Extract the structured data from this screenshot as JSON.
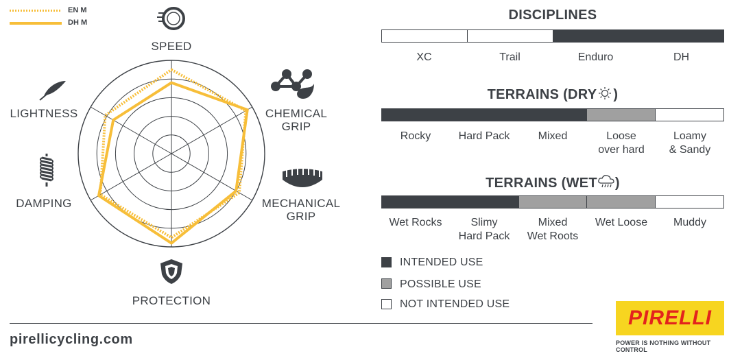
{
  "legend": {
    "en_label": "EN M",
    "dh_label": "DH M",
    "en_color": "#f7be39",
    "dh_color": "#f7be39"
  },
  "radar": {
    "axes": [
      {
        "key": "speed",
        "label": "SPEED",
        "icon": "speed-tire-icon"
      },
      {
        "key": "chemical_grip",
        "label": "CHEMICAL\nGRIP",
        "icon": "molecule-icon"
      },
      {
        "key": "mechanical_grip",
        "label": "MECHANICAL\nGRIP",
        "icon": "tread-icon"
      },
      {
        "key": "protection",
        "label": "PROTECTION",
        "icon": "shield-icon"
      },
      {
        "key": "damping",
        "label": "DAMPING",
        "icon": "spring-icon"
      },
      {
        "key": "lightness",
        "label": "LIGHTNESS",
        "icon": "feather-icon"
      }
    ],
    "scale_max": 5,
    "series": [
      {
        "name": "EN M",
        "style": "dotted",
        "values": [
          4.5,
          4.6,
          4.2,
          4.5,
          4.4,
          4.1
        ]
      },
      {
        "name": "DH M",
        "style": "solid",
        "values": [
          3.8,
          4.7,
          4.0,
          4.8,
          4.5,
          3.6
        ]
      }
    ]
  },
  "disciplines": {
    "title": "DISCIPLINES",
    "items": [
      {
        "label": "XC",
        "use": "not"
      },
      {
        "label": "Trail",
        "use": "not"
      },
      {
        "label": "Enduro",
        "use": "intended"
      },
      {
        "label": "DH",
        "use": "intended"
      }
    ]
  },
  "terrains_dry": {
    "title": "TERRAINS (DRY",
    "title_end": ")",
    "icon": "sun-icon",
    "items": [
      {
        "label": "Rocky",
        "use": "intended"
      },
      {
        "label": "Hard Pack",
        "use": "intended"
      },
      {
        "label": "Mixed",
        "use": "intended"
      },
      {
        "label": "Loose\nover hard",
        "use": "possible"
      },
      {
        "label": "Loamy\n& Sandy",
        "use": "not"
      }
    ]
  },
  "terrains_wet": {
    "title": "TERRAINS (WET",
    "title_end": ")",
    "icon": "rain-cloud-icon",
    "items": [
      {
        "label": "Wet Rocks",
        "use": "intended"
      },
      {
        "label": "Slimy\nHard Pack",
        "use": "intended"
      },
      {
        "label": "Mixed\nWet Roots",
        "use": "possible"
      },
      {
        "label": "Wet Loose",
        "use": "possible"
      },
      {
        "label": "Muddy",
        "use": "not"
      }
    ]
  },
  "key": {
    "intended": "INTENDED USE",
    "possible": "POSSIBLE USE",
    "not": "NOT INTENDED USE"
  },
  "footer": {
    "site": "pirellicycling.com",
    "brand": "PIRELLI",
    "tagline": "POWER IS NOTHING WITHOUT CONTROL"
  },
  "colors": {
    "accent": "#f7be39",
    "intended": "#3d4146",
    "possible": "#a0a0a0",
    "brand_bg": "#f7d520",
    "brand_red": "#e3231d"
  }
}
